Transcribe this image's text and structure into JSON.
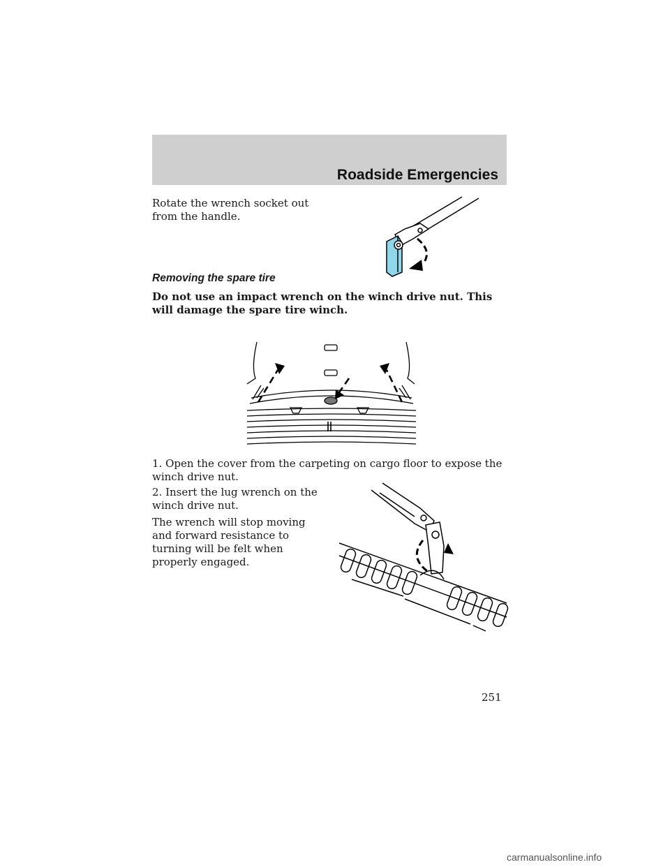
{
  "header": {
    "section_title": "Roadside Emergencies"
  },
  "content": {
    "rotate_text": "Rotate the wrench socket out from the handle.",
    "subheading": "Removing the spare tire",
    "warning": "Do not use an impact wrench on the winch drive nut. This will damage the spare tire winch.",
    "step1": "1. Open the cover from the carpeting on cargo floor to expose the winch drive nut.",
    "step2": "2. Insert the lug wrench on the winch drive nut.",
    "note": "The wrench will stop moving and forward resistance to turning will be felt when properly engaged."
  },
  "footer": {
    "page_number": "251",
    "watermark": "carmanualsonline.info"
  },
  "colors": {
    "header_band": "#cfcfcf",
    "socket_fill": "#8fd8ec"
  }
}
